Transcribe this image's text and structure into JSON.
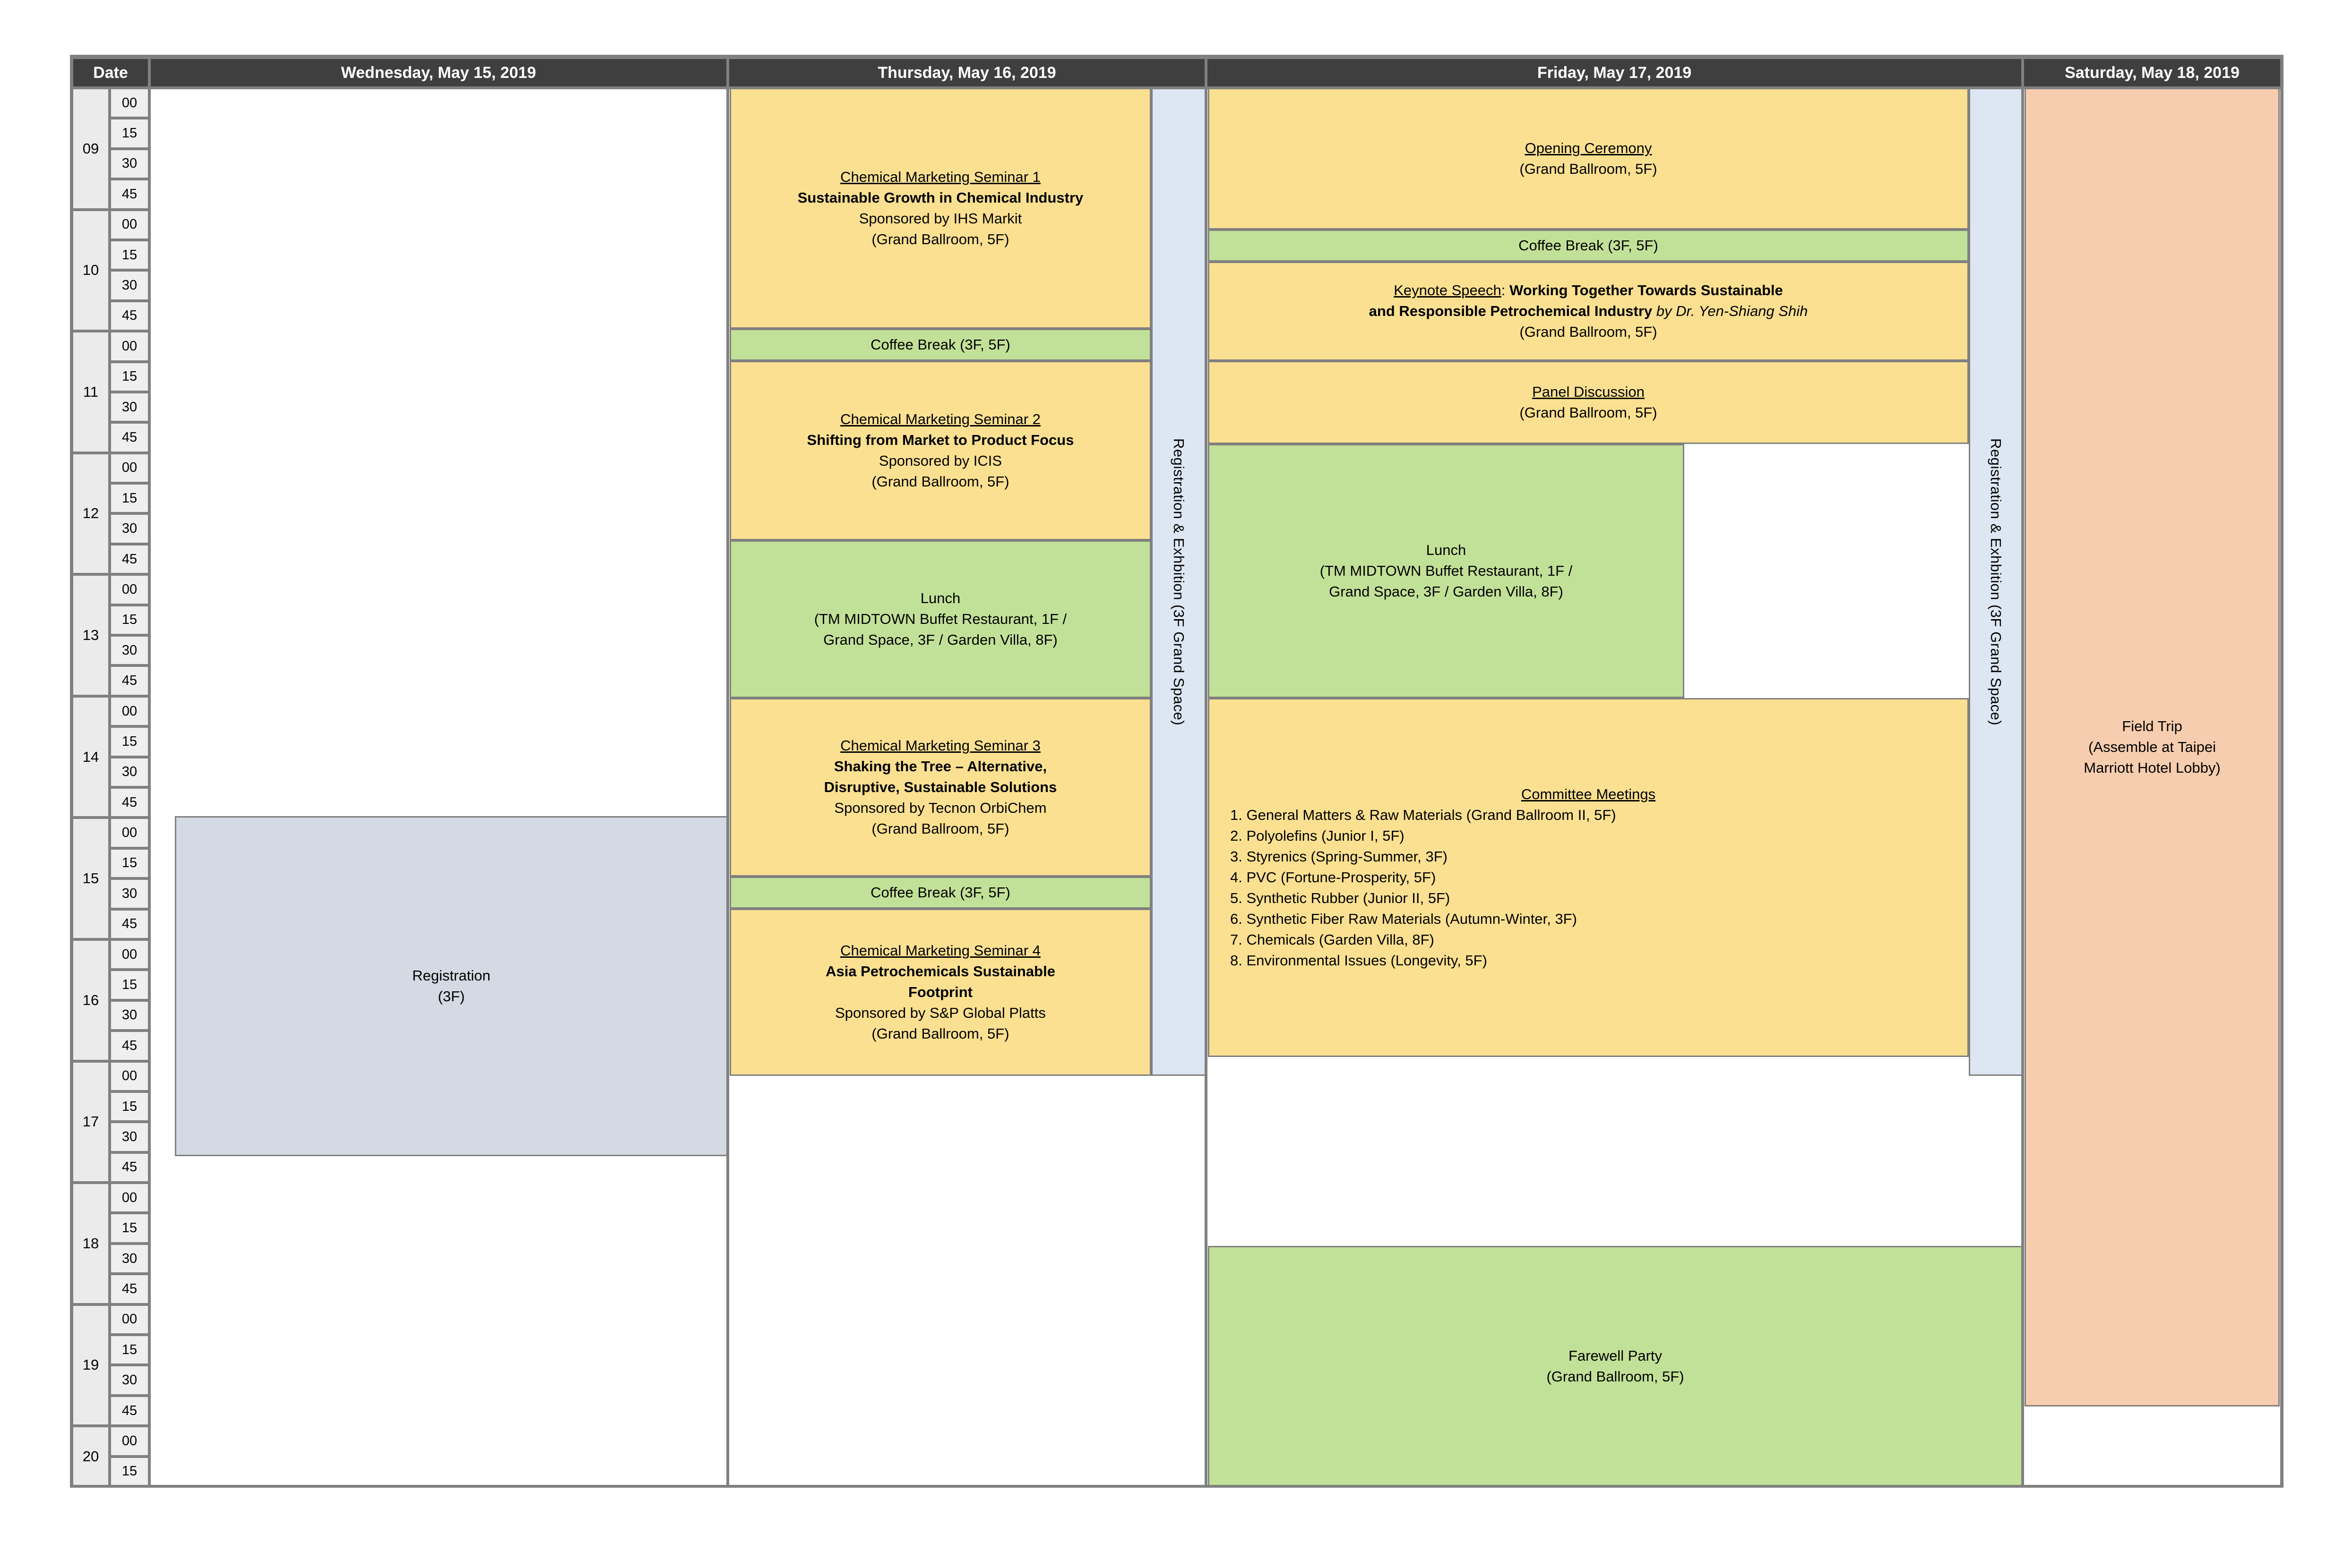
{
  "meta": {
    "date_header_label": "Date",
    "colors": {
      "header_bg": "#3f3f3f",
      "header_text": "#ffffff",
      "grid_line": "#808080",
      "session_yellow": "#fbe091",
      "break_green": "#c2e198",
      "registration_grey": "#d3dae3",
      "registration_blue": "#dde6f3",
      "fieldtrip_peach": "#f6cdae",
      "time_bg": "#ebebeb"
    }
  },
  "days": [
    {
      "key": "wed",
      "label": "Wednesday, May 15, 2019"
    },
    {
      "key": "thu",
      "label": "Thursday, May 16, 2019"
    },
    {
      "key": "fri",
      "label": "Friday, May 17, 2019"
    },
    {
      "key": "sat",
      "label": "Saturday, May 18, 2019"
    }
  ],
  "time_axis": {
    "hours": [
      "09",
      "10",
      "11",
      "12",
      "13",
      "14",
      "15",
      "16",
      "17",
      "18",
      "19",
      "20"
    ],
    "minutes": [
      "00",
      "15",
      "30",
      "45"
    ],
    "last_hour_minutes": [
      "00",
      "15"
    ]
  },
  "vertical_strips": [
    {
      "name": "registration-exhibition-thursday",
      "text": "Registration & Exhbition (3F Grand Space)"
    },
    {
      "name": "registration-exhibition-friday",
      "text": "Registration & Exhbition (3F Grand Space)"
    }
  ],
  "events": {
    "wed_registration": {
      "lines": [
        {
          "text": "Registration"
        },
        {
          "text": "(3F)"
        }
      ]
    },
    "thu_seminar1": {
      "lines": [
        {
          "text": "Chemical Marketing Seminar 1",
          "style": "title"
        },
        {
          "text": "Sustainable Growth in Chemical Industry",
          "style": "bold"
        },
        {
          "text": "Sponsored by IHS Markit"
        },
        {
          "text": "(Grand Ballroom, 5F)"
        }
      ]
    },
    "thu_coffee1": {
      "lines": [
        {
          "text": "Coffee Break (3F, 5F)"
        }
      ]
    },
    "thu_seminar2": {
      "lines": [
        {
          "text": "Chemical Marketing Seminar 2",
          "style": "title"
        },
        {
          "text": "Shifting from Market to Product Focus",
          "style": "bold"
        },
        {
          "text": "Sponsored by ICIS"
        },
        {
          "text": "(Grand Ballroom, 5F)"
        }
      ]
    },
    "thu_lunch": {
      "lines": [
        {
          "text": "Lunch"
        },
        {
          "text": "(TM MIDTOWN Buffet Restaurant, 1F /"
        },
        {
          "text": "Grand Space, 3F / Garden Villa, 8F)"
        }
      ]
    },
    "thu_seminar3": {
      "lines": [
        {
          "text": "Chemical Marketing Seminar 3",
          "style": "title"
        },
        {
          "text": "Shaking the Tree – Alternative,",
          "style": "bold"
        },
        {
          "text": "Disruptive, Sustainable Solutions",
          "style": "bold"
        },
        {
          "text": "Sponsored by Tecnon OrbiChem"
        },
        {
          "text": "(Grand Ballroom, 5F)"
        }
      ]
    },
    "thu_coffee2": {
      "lines": [
        {
          "text": "Coffee Break (3F, 5F)"
        }
      ]
    },
    "thu_seminar4": {
      "lines": [
        {
          "text": "Chemical Marketing Seminar 4",
          "style": "title"
        },
        {
          "text": "Asia Petrochemicals Sustainable",
          "style": "bold"
        },
        {
          "text": "Footprint",
          "style": "bold"
        },
        {
          "text": "Sponsored by S&P Global Platts"
        },
        {
          "text": "(Grand Ballroom, 5F)"
        }
      ]
    },
    "fri_opening": {
      "lines": [
        {
          "text": "Opening Ceremony",
          "style": "title"
        },
        {
          "text": "(Grand Ballroom, 5F)"
        }
      ]
    },
    "fri_coffee": {
      "lines": [
        {
          "text": "Coffee Break (3F, 5F)"
        }
      ]
    },
    "fri_keynote": {
      "lines": [
        {
          "text": "Keynote Speech",
          "style": "title",
          "suffix": ": ",
          "suffix_bold_run": "Working Together Towards Sustainable"
        },
        {
          "text": "and Responsible Petrochemical Industry",
          "style": "bold",
          "italic_tail": " by Dr. Yen-Shiang Shih"
        },
        {
          "text": "(Grand Ballroom, 5F)"
        }
      ]
    },
    "fri_panel": {
      "lines": [
        {
          "text": "Panel Discussion",
          "style": "title"
        },
        {
          "text": "(Grand Ballroom, 5F)"
        }
      ]
    },
    "fri_lunch": {
      "lines": [
        {
          "text": "Lunch"
        },
        {
          "text": "(TM MIDTOWN Buffet Restaurant, 1F /"
        },
        {
          "text": "Grand Space, 3F / Garden Villa, 8F)"
        }
      ]
    },
    "fri_committee": {
      "title": "Committee Meetings",
      "items": [
        "1. General Matters & Raw Materials (Grand Ballroom II, 5F)",
        "2. Polyolefins (Junior I, 5F)",
        "3. Styrenics (Spring-Summer, 3F)",
        "4. PVC (Fortune-Prosperity, 5F)",
        "5. Synthetic Rubber (Junior II, 5F)",
        "6. Synthetic Fiber Raw Materials (Autumn-Winter, 3F)",
        "7. Chemicals (Garden Villa, 8F)",
        "8. Environmental Issues (Longevity, 5F)"
      ]
    },
    "fri_farewell": {
      "lines": [
        {
          "text": "Farewell Party"
        },
        {
          "text": "(Grand Ballroom, 5F)"
        }
      ]
    },
    "sat_fieldtrip": {
      "lines": [
        {
          "text": "Field Trip"
        },
        {
          "text": "(Assemble at Taipei"
        },
        {
          "text": "Marriott Hotel Lobby)"
        }
      ]
    }
  }
}
